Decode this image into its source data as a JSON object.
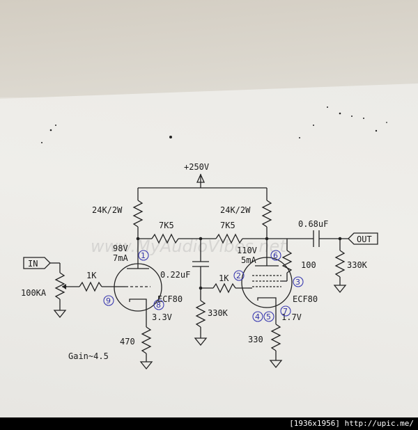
{
  "schematic": {
    "supply": "+250V",
    "r_plate1": "24K/2W",
    "r_plate2": "24K/2W",
    "r_mid1": "7K5",
    "r_mid2": "7K5",
    "v1_plate_voltage": "98V",
    "v1_plate_current": "7mA",
    "v2_plate_voltage": "110V",
    "v2_plate_current": "5mA",
    "cap_coupling": "0.22uF",
    "cap_output": "0.68uF",
    "out_label": "OUT",
    "in_label": "IN",
    "pot": "100KA",
    "r_grid1": "1K",
    "r_grid2": "1K",
    "r_screen": "100",
    "r_cathode1": "470",
    "r_cathode2": "330",
    "r_gridleak": "330K",
    "r_out_load": "330K",
    "tube1": "ECF80",
    "tube2": "ECF80",
    "v1_cathode_voltage": "3.3V",
    "v2_cathode_voltage": "1.7V",
    "gain_note": "Gain~4.5",
    "watermark": "www.MyAudioVibes.net",
    "pins": [
      "1",
      "2",
      "3",
      "4",
      "5",
      "6",
      "7",
      "8",
      "9"
    ]
  },
  "footer": {
    "text": "[1936x1956] http://upic.me/"
  },
  "colors": {
    "ink": "#1a1a1a",
    "pen_annotation": "#3030a8",
    "paper": "#ecebe7"
  }
}
